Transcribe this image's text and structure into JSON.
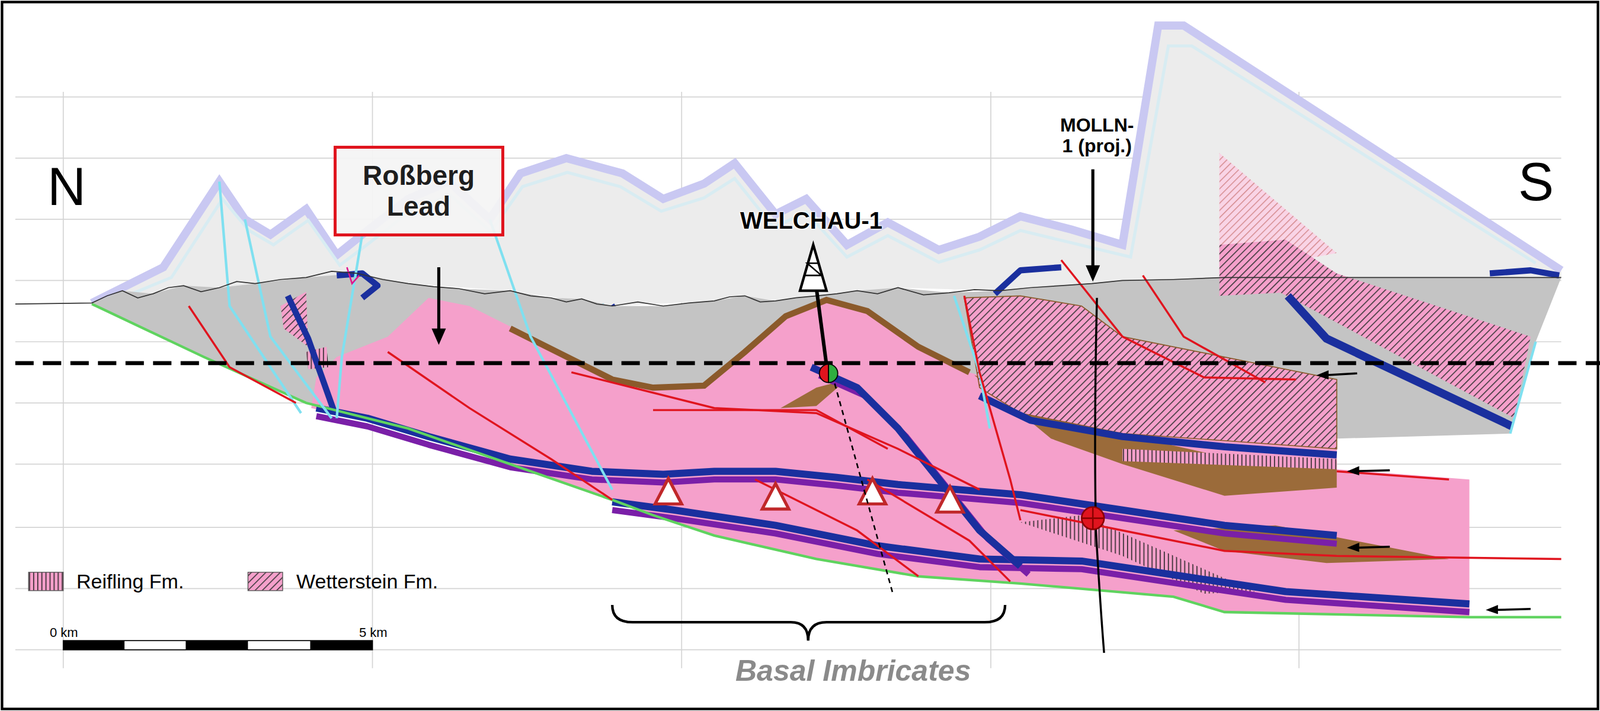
{
  "diagram": {
    "nodes": [
      {
        "text": [
          "Roßberg Lead"
        ]
      }
    ],
    "labels": [
      "N",
      "S",
      "WELCHAU-1",
      "MOLLN-1 (proj.)",
      "0 km",
      "5 km",
      "Basal Imbricates"
    ],
    "legend": [
      {
        "text": "Reifling Fm."
      },
      {
        "text": "Wetterstein Fm."
      }
    ]
  }
}
